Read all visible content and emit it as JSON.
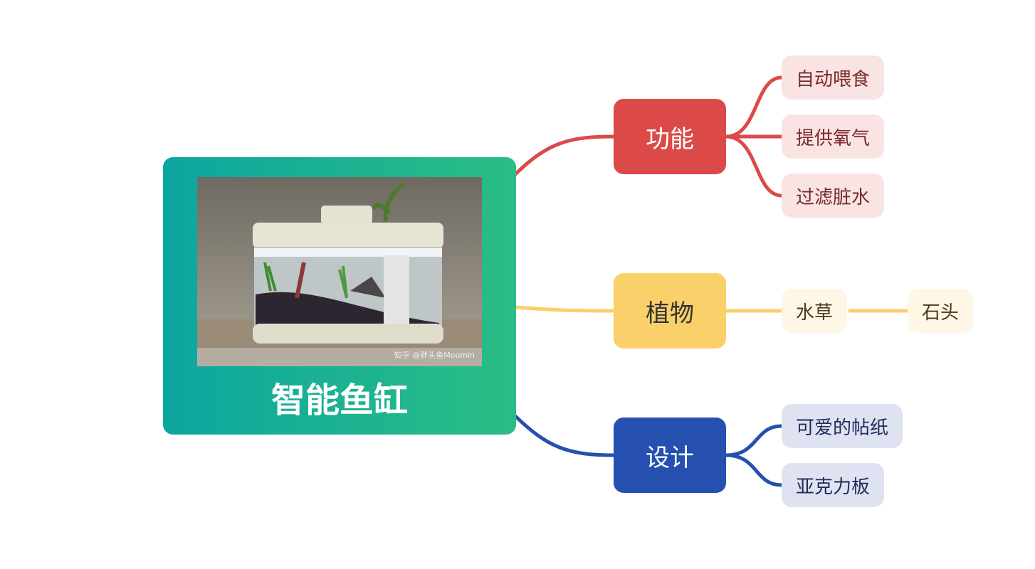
{
  "root": {
    "title": "智能鱼缸",
    "photo_watermark": "知乎 @胖头鱼Moomin"
  },
  "branches": [
    {
      "label": "功能",
      "color": "#db4a48",
      "children": [
        "自动喂食",
        "提供氧气",
        "过滤脏水"
      ]
    },
    {
      "label": "植物",
      "color": "#f9d06a",
      "children": [
        "水草",
        "石头"
      ]
    },
    {
      "label": "设计",
      "color": "#2650b0",
      "children": [
        "可爱的帖纸",
        "亚克力板"
      ]
    }
  ]
}
